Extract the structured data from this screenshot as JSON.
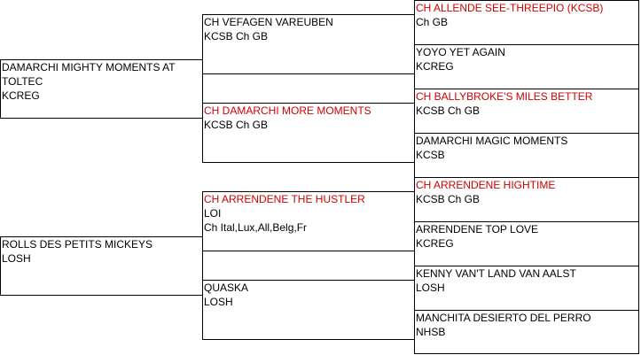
{
  "pedigree": {
    "sire": {
      "name": "DAMARCHI MIGHTY MOMENTS AT TOLTEC",
      "reg": "KCREG",
      "titled": false
    },
    "dam": {
      "name": "ROLLS DES PETITS MICKEYS",
      "reg": "LOSH",
      "titled": false
    },
    "sire_sire": {
      "name": "CH VEFAGEN VAREUBEN",
      "reg": "KCSB Ch GB",
      "titled": false
    },
    "sire_dam": {
      "name": "CH DAMARCHI MORE MOMENTS",
      "reg": "KCSB Ch GB",
      "titled": true
    },
    "dam_sire": {
      "name": "CH ARRENDENE THE HUSTLER",
      "reg": "LOI",
      "extra": "Ch Ital,Lux,All,Belg,Fr",
      "titled": true
    },
    "dam_dam": {
      "name": "QUASKA",
      "reg": "LOSH",
      "titled": false
    },
    "ggp": [
      {
        "name": "CH ALLENDE SEE-THREEPIO (KCSB)",
        "reg": "Ch GB",
        "titled": true
      },
      {
        "name": "YOYO YET AGAIN",
        "reg": "KCREG",
        "titled": false
      },
      {
        "name": "CH BALLYBROKE'S MILES BETTER",
        "reg": "KCSB Ch GB",
        "titled": true
      },
      {
        "name": "DAMARCHI MAGIC MOMENTS",
        "reg": "KCSB",
        "titled": false
      },
      {
        "name": "CH ARRENDENE HIGHTIME",
        "reg": "KCSB Ch GB",
        "titled": true
      },
      {
        "name": "ARRENDENE TOP LOVE",
        "reg": "KCREG",
        "titled": false
      },
      {
        "name": "KENNY VAN'T LAND VAN AALST",
        "reg": "LOSH",
        "titled": false
      },
      {
        "name": "MANCHITA DESIERTO DEL PERRO",
        "reg": "NHSB",
        "titled": false
      }
    ],
    "colors": {
      "champion_text": "#d00000",
      "normal_text": "#000000",
      "border": "#000000"
    }
  }
}
